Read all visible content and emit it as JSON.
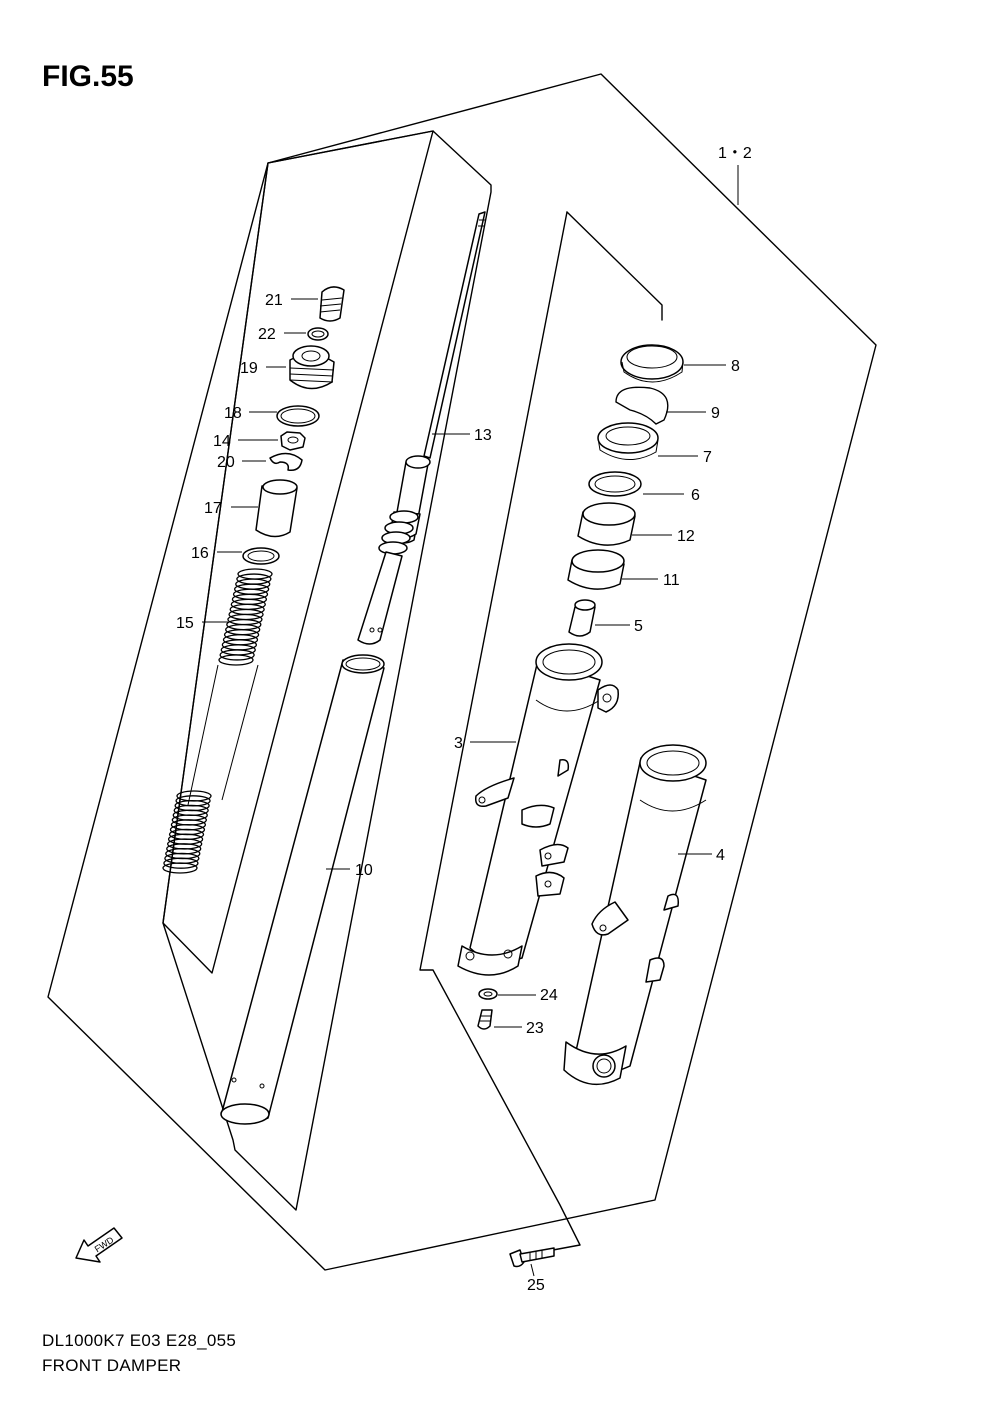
{
  "figure": {
    "title": "FIG.55",
    "code": "DL1000K7 E03 E28_055",
    "name": "FRONT DAMPER",
    "fwd_label": "FWD"
  },
  "callouts": {
    "p12": "1・2",
    "p3": "3",
    "p4": "4",
    "p5": "5",
    "p6": "6",
    "p7": "7",
    "p8": "8",
    "p9": "9",
    "p10": "10",
    "p11": "11",
    "p12b": "12",
    "p13": "13",
    "p14": "14",
    "p15": "15",
    "p16": "16",
    "p17": "17",
    "p18": "18",
    "p19": "19",
    "p20": "20",
    "p21": "21",
    "p22": "22",
    "p23": "23",
    "p24": "24",
    "p25": "25"
  }
}
